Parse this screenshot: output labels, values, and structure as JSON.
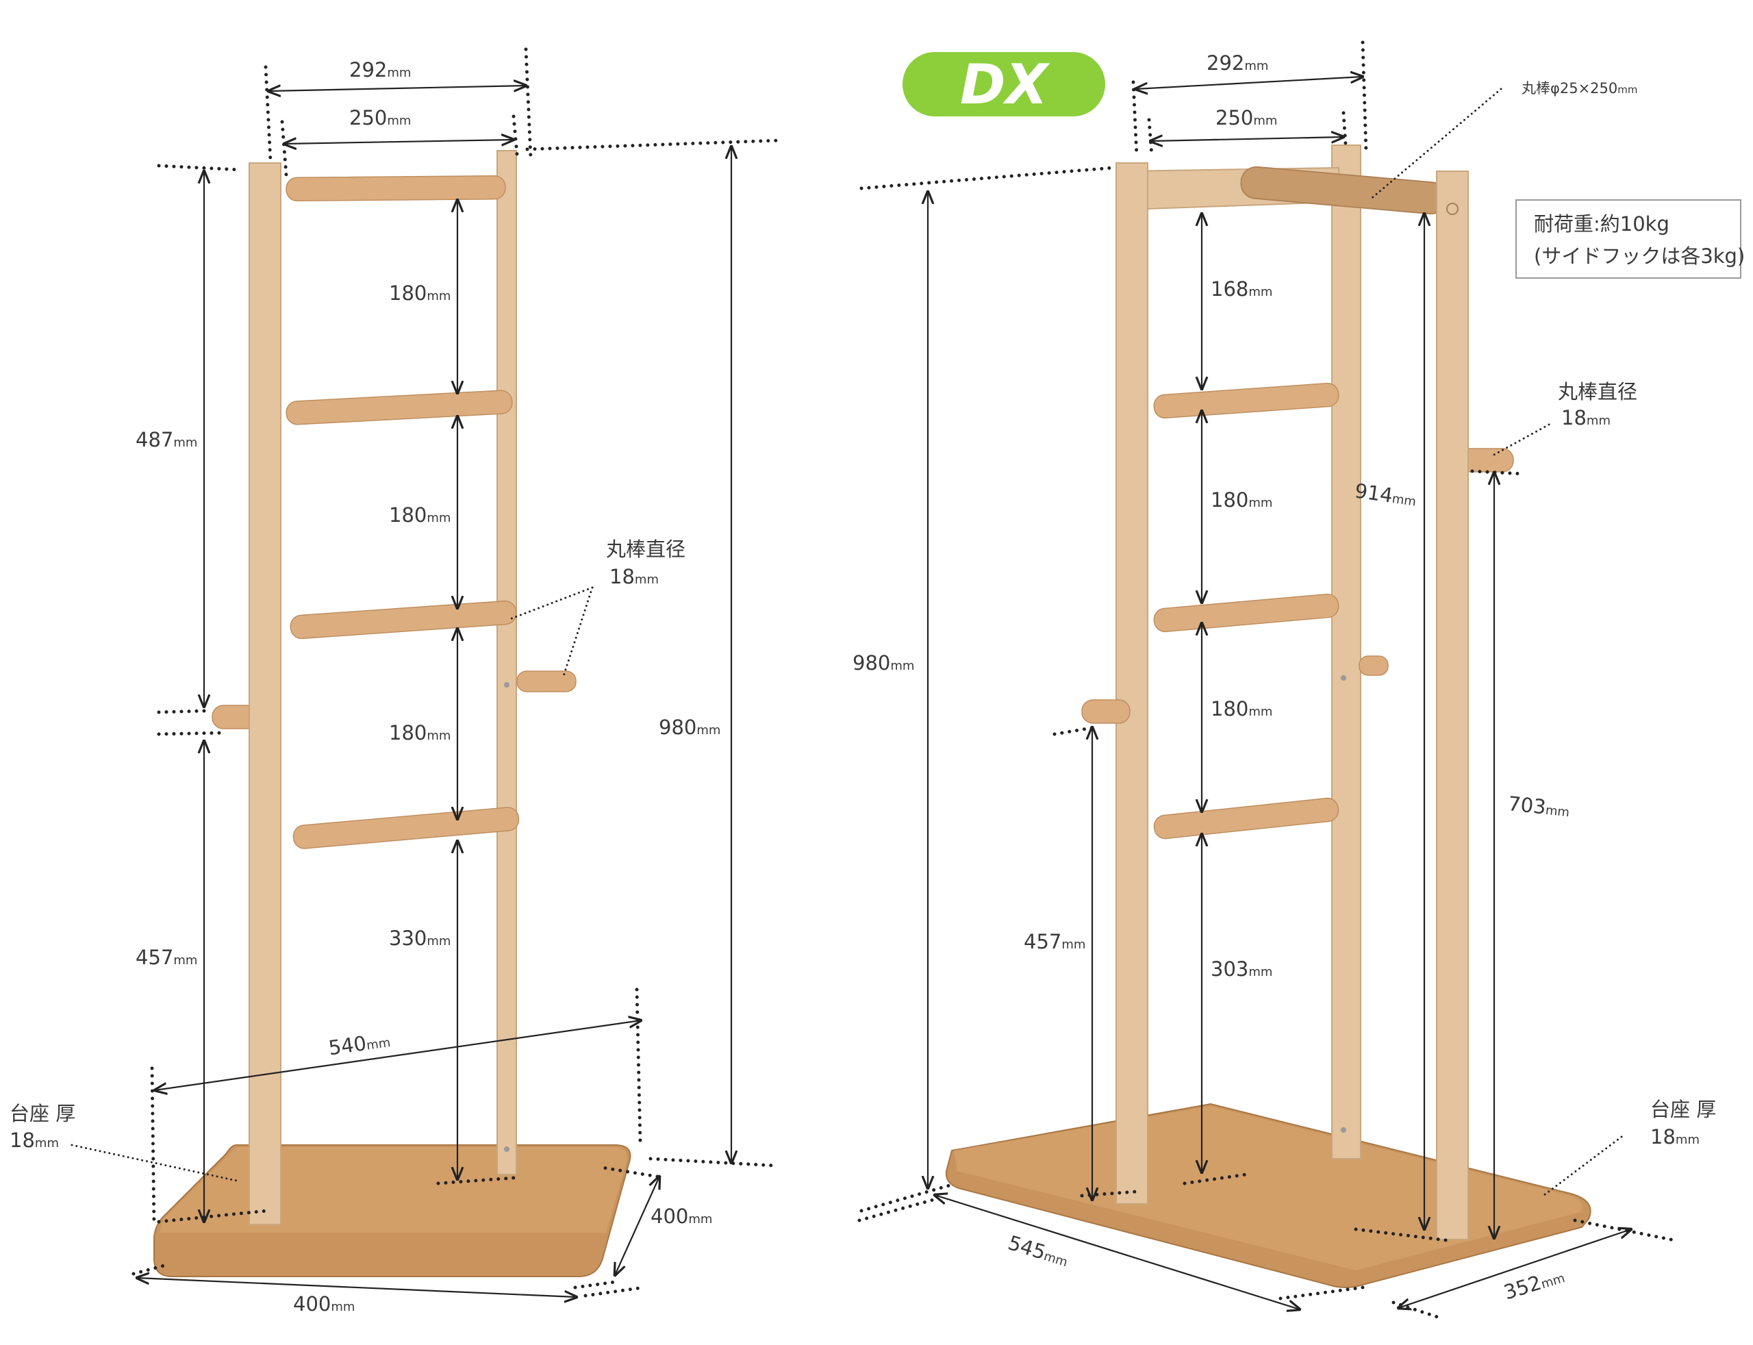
{
  "colors": {
    "badge_bg": "#8ccf3a",
    "badge_text": "#ffffff",
    "wood_light": "#e3c49f",
    "wood_base": "#c8935d",
    "line": "#222222"
  },
  "badge": {
    "text": "DX"
  },
  "unit": "mm",
  "left": {
    "top_outer_width": "292",
    "top_inner_width": "250",
    "rung_spacing_1": "180",
    "rung_spacing_2": "180",
    "rung_spacing_3": "180",
    "bottom_spacing": "330",
    "height_upper": "487",
    "height_lower": "457",
    "total_height": "980",
    "diagonal": "540",
    "depth": "400",
    "width": "400",
    "dowel_label": "丸棒直径",
    "dowel_size": "18",
    "base_label": "台座 厚",
    "base_thickness": "18"
  },
  "right": {
    "top_outer_width": "292",
    "top_inner_width": "250",
    "top_bar_label": "丸棒φ25×250",
    "spacing_top": "168",
    "rung_spacing_2": "180",
    "rung_spacing_3": "180",
    "bottom_spacing": "303",
    "height_side_post": "914",
    "height_hook": "703",
    "height_left_hook": "457",
    "total_height": "980",
    "length": "545",
    "depth": "352",
    "load_line1": "耐荷重:約10kg",
    "load_line2": "(サイドフックは各3kg)",
    "dowel_label": "丸棒直径",
    "dowel_size": "18",
    "base_label": "台座 厚",
    "base_thickness": "18"
  }
}
